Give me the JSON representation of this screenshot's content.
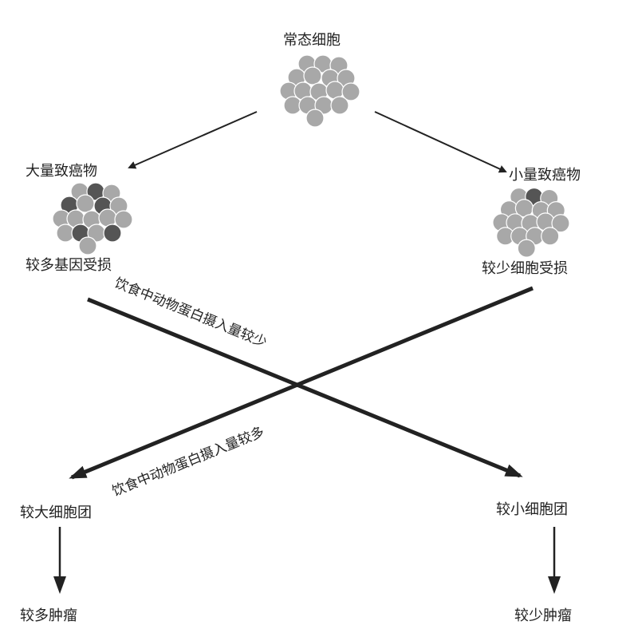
{
  "top": {
    "label": "常态细胞"
  },
  "left_branch": {
    "carcinogen": "大量致癌物",
    "damage": "较多基因受损"
  },
  "right_branch": {
    "carcinogen": "小量致癌物",
    "damage": "较少细胞受损"
  },
  "diet_low": "饮食中动物蛋白摄入量较少",
  "diet_high": "饮食中动物蛋白摄入量较多",
  "left_result": {
    "cluster": "较大细胞团",
    "tumor": "较多肿瘤"
  },
  "right_result": {
    "cluster": "较小细胞团",
    "tumor": "较少肿瘤"
  },
  "colors": {
    "cell": "#a8a8a8",
    "damaged_cell": "#555555",
    "line": "#222222"
  }
}
